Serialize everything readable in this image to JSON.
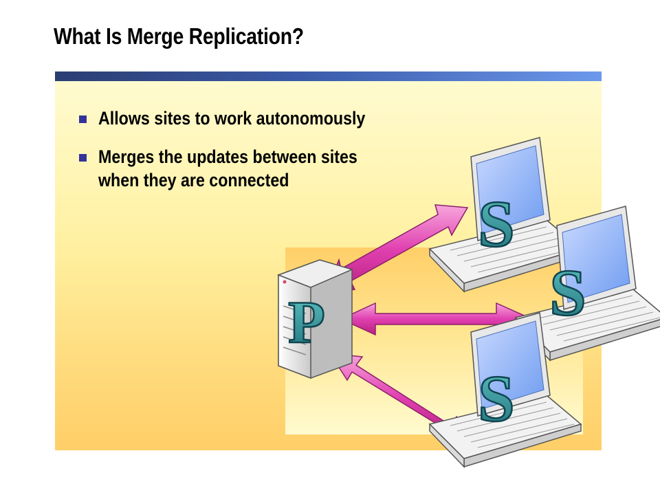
{
  "slide": {
    "title": "What Is Merge Replication?",
    "bullets": [
      {
        "lines": [
          "Allows sites to work autonomously"
        ]
      },
      {
        "lines": [
          "Merges the updates between sites",
          "when they are connected"
        ]
      }
    ]
  },
  "diagram": {
    "publisher": {
      "label": "P"
    },
    "subscribers": [
      {
        "label": "S"
      },
      {
        "label": "S"
      },
      {
        "label": "S"
      }
    ]
  },
  "colors": {
    "title_bar_dark": "#2b3e72",
    "title_bar_light": "#6c98ec",
    "bullet": "#333399",
    "arrow": "#e040b0",
    "letter_fill": "#2a8a8a"
  }
}
